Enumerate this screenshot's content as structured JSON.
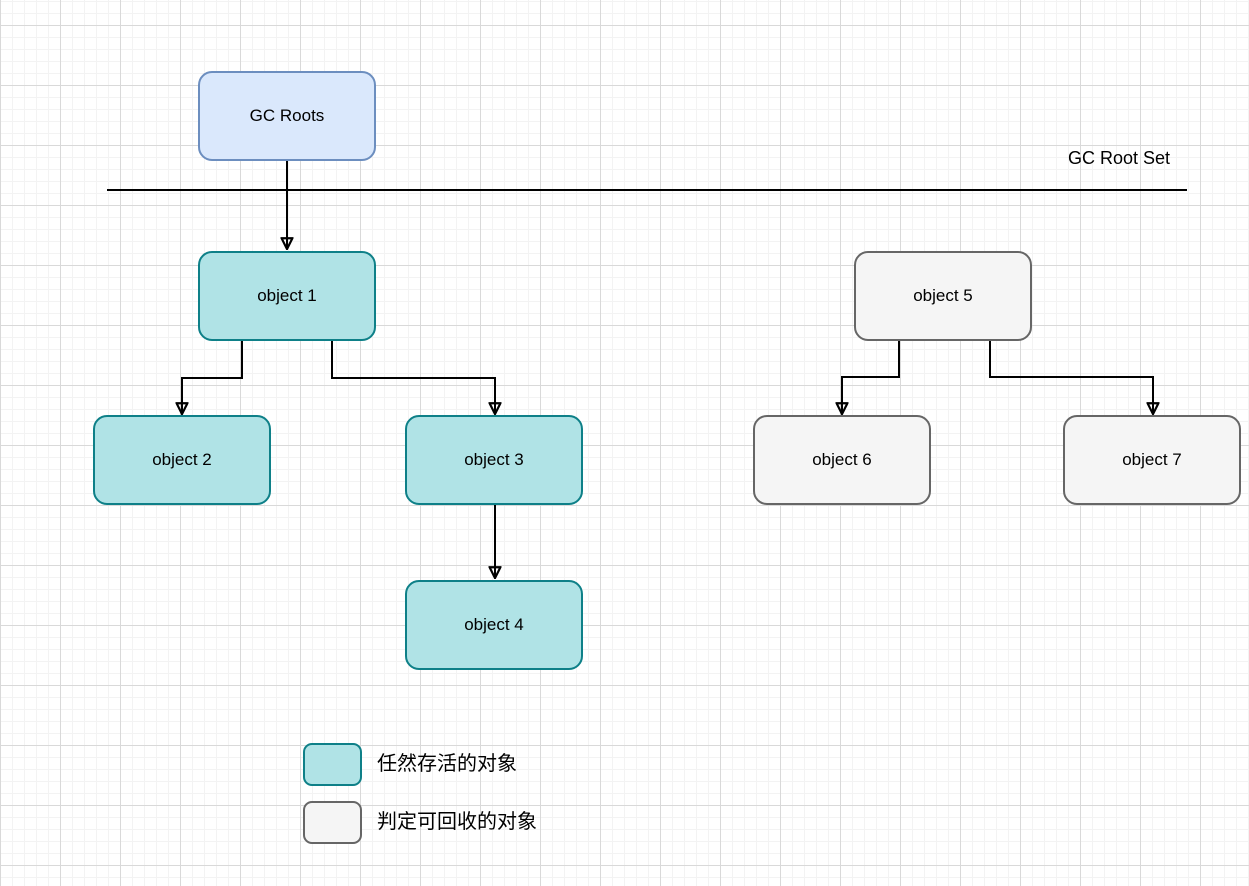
{
  "diagram": {
    "divider_label": "GC Root Set",
    "nodes": {
      "gc_roots": {
        "label": "GC Roots",
        "type": "root"
      },
      "object1": {
        "label": "object 1",
        "type": "surviving"
      },
      "object2": {
        "label": "object 2",
        "type": "surviving"
      },
      "object3": {
        "label": "object 3",
        "type": "surviving"
      },
      "object4": {
        "label": "object 4",
        "type": "surviving"
      },
      "object5": {
        "label": "object 5",
        "type": "recyclable"
      },
      "object6": {
        "label": "object 6",
        "type": "recyclable"
      },
      "object7": {
        "label": "object 7",
        "type": "recyclable"
      }
    },
    "edges": [
      {
        "from": "gc_roots",
        "to": "object1"
      },
      {
        "from": "object1",
        "to": "object2"
      },
      {
        "from": "object1",
        "to": "object3"
      },
      {
        "from": "object3",
        "to": "object4"
      },
      {
        "from": "object5",
        "to": "object6"
      },
      {
        "from": "object5",
        "to": "object7"
      }
    ],
    "legend": [
      {
        "label": "任然存活的对象",
        "type": "surviving"
      },
      {
        "label": "判定可回收的对象",
        "type": "recyclable"
      }
    ],
    "colors": {
      "root_fill": "#dae8fc",
      "root_stroke": "#6c8ebf",
      "surviving_fill": "#b0e3e6",
      "surviving_stroke": "#0e8088",
      "recyclable_fill": "#f5f5f5",
      "recyclable_stroke": "#666666",
      "edge_color": "#000000",
      "grid_minor": "#f3f3f3",
      "grid_major": "#d9d9d9"
    }
  }
}
